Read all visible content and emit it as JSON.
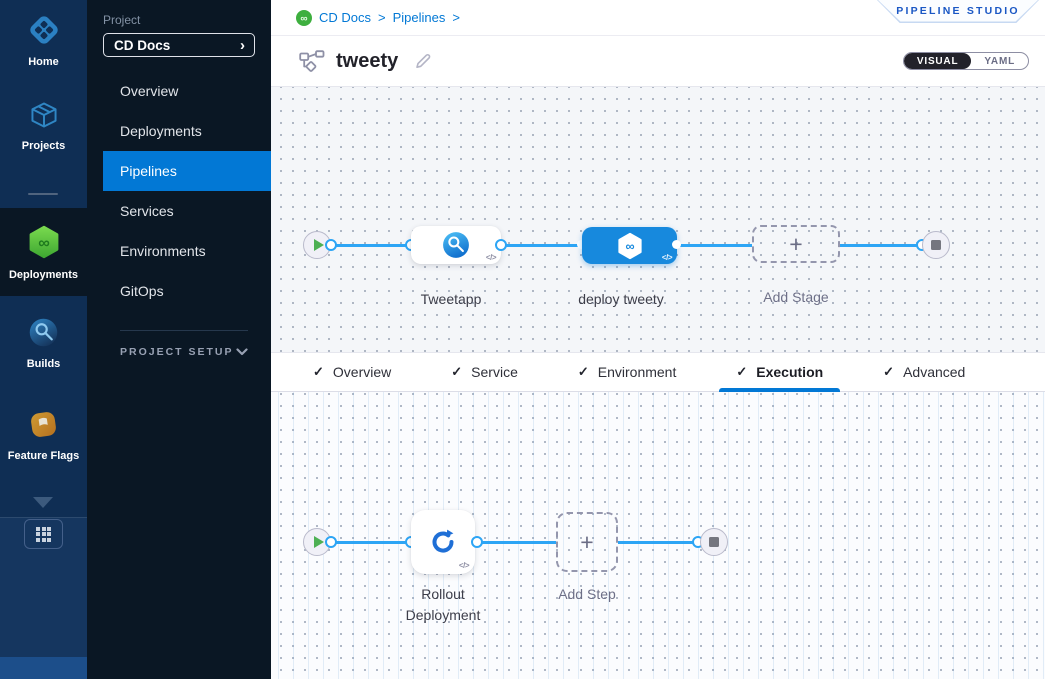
{
  "icons": {
    "check": "✓",
    "chevron_right": "›",
    "breadcrumb_sep": ">",
    "plus": "+",
    "code": "</>",
    "infinity": "∞"
  },
  "colors": {
    "accent_blue": "#0278d5",
    "connector_blue": "#2da5f5",
    "selected_node_blue": "#1789dd",
    "rail_bg": "#0f2e54",
    "project_nav_bg": "#0a1724",
    "badge_text_blue": "#1a57c4",
    "play_green": "#4db053",
    "deployments_green": "#52c41a",
    "feature_flags_gold": "#c98d2e"
  },
  "rail": {
    "items": [
      {
        "label": "Home",
        "active": false
      },
      {
        "label": "Projects",
        "active": false
      },
      {
        "label": "Deployments",
        "active": true
      },
      {
        "label": "Builds",
        "active": false
      },
      {
        "label": "Feature Flags",
        "active": false
      }
    ]
  },
  "project_nav": {
    "section_label": "Project",
    "project_select": "CD Docs",
    "items": [
      {
        "label": "Overview",
        "active": false
      },
      {
        "label": "Deployments",
        "active": false
      },
      {
        "label": "Pipelines",
        "active": true
      },
      {
        "label": "Services",
        "active": false
      },
      {
        "label": "Environments",
        "active": false
      },
      {
        "label": "GitOps",
        "active": false
      }
    ],
    "setup_label": "PROJECT SETUP"
  },
  "header": {
    "breadcrumb_items": [
      "CD Docs",
      "Pipelines"
    ],
    "studio_badge": "PIPELINE STUDIO",
    "pipeline_name": "tweety",
    "toggle": {
      "visual": "VISUAL",
      "yaml": "YAML",
      "selected": "VISUAL"
    }
  },
  "stage_canvas": {
    "stages": [
      {
        "name": "Tweetapp",
        "type": "ci-stage",
        "selected": false
      },
      {
        "name": "deploy tweety",
        "type": "cd-stage",
        "selected": true
      },
      {
        "name": "Add Stage",
        "type": "add-placeholder"
      }
    ]
  },
  "tabs": {
    "items": [
      {
        "label": "Overview",
        "done": true,
        "active": false
      },
      {
        "label": "Service",
        "done": true,
        "active": false
      },
      {
        "label": "Environment",
        "done": true,
        "active": false
      },
      {
        "label": "Execution",
        "done": true,
        "active": true
      },
      {
        "label": "Advanced",
        "done": true,
        "active": false
      }
    ]
  },
  "execution_canvas": {
    "steps": [
      {
        "name": "Rollout Deployment",
        "type": "k8s-rolling-step"
      },
      {
        "name": "Add Step",
        "type": "add-placeholder"
      }
    ]
  }
}
